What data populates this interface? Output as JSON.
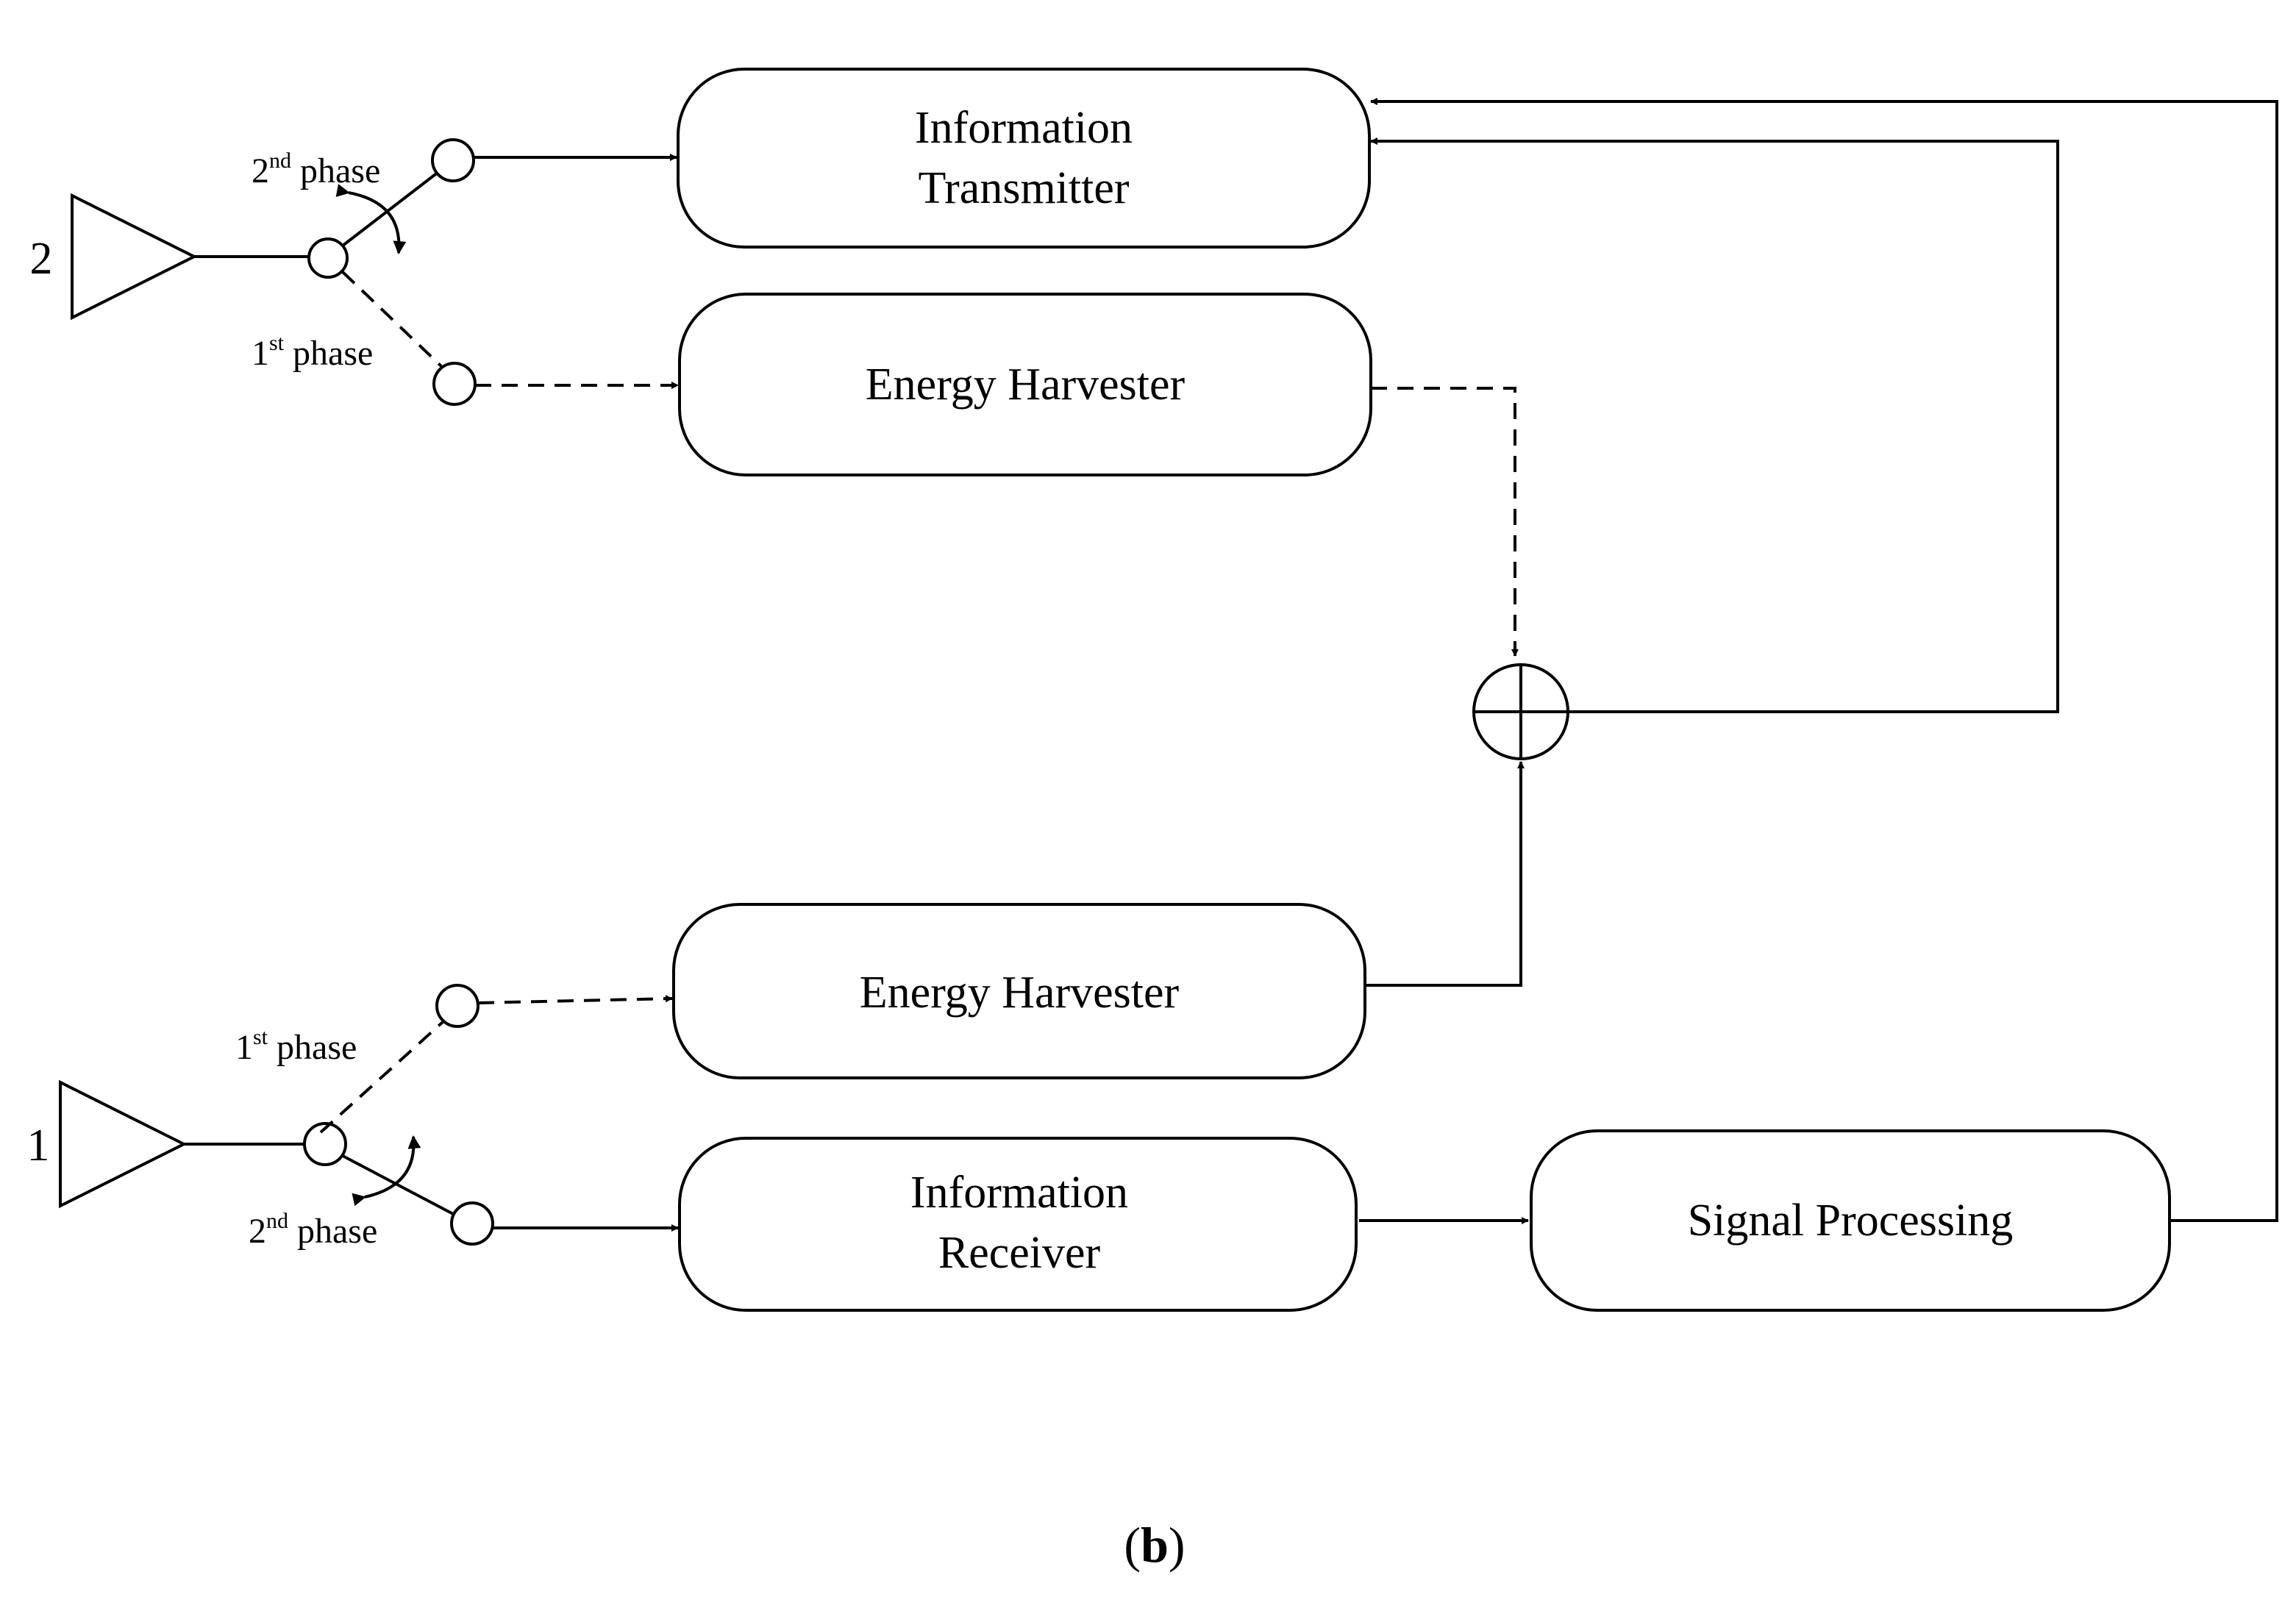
{
  "blocks": {
    "info_tx": [
      "Information",
      "Transmitter"
    ],
    "eh_top": "Energy Harvester",
    "eh_bottom": "Energy Harvester",
    "info_rx": [
      "Information",
      "Receiver"
    ],
    "signal_proc": "Signal Processing"
  },
  "antennas": {
    "top_label": "2",
    "bottom_label": "1"
  },
  "phases": {
    "top_upper": {
      "num": "2",
      "sup": "nd",
      "word": " phase"
    },
    "top_lower": {
      "num": "1",
      "sup": "st",
      "word": " phase"
    },
    "bottom_upper": {
      "num": "1",
      "sup": "st",
      "word": " phase"
    },
    "bottom_lower": {
      "num": "2",
      "sup": "nd",
      "word": " phase"
    }
  },
  "caption": {
    "open": "(",
    "letter": "b",
    "close": ")"
  },
  "colors": {
    "stroke": "#000000",
    "background": "#ffffff"
  }
}
